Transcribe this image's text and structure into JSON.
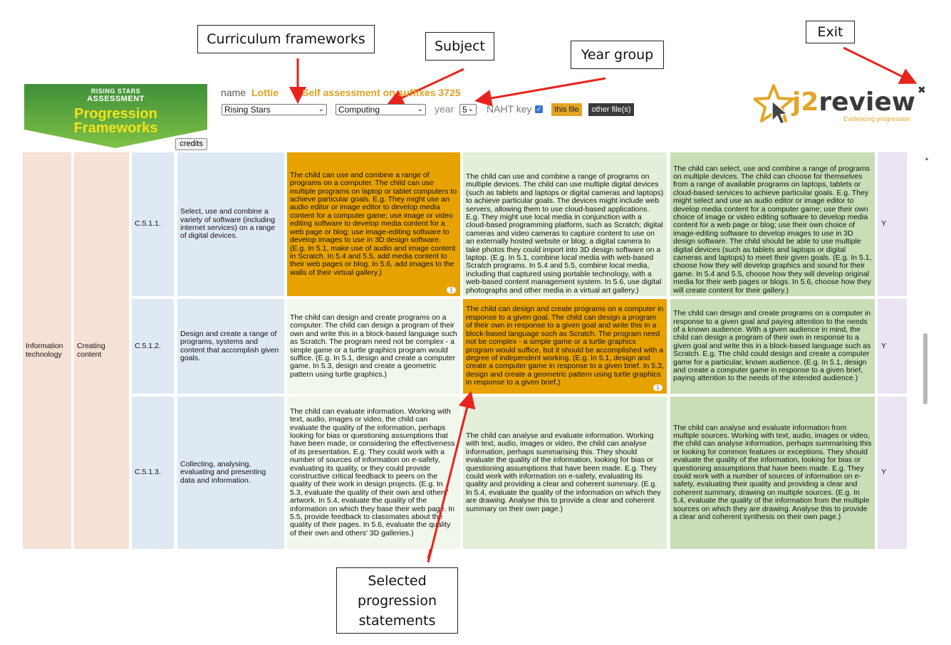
{
  "callouts": {
    "curriculum": "Curriculum frameworks",
    "subject": "Subject",
    "year_group": "Year group",
    "exit": "Exit",
    "selected": [
      "Selected",
      "progression",
      "statements"
    ]
  },
  "logo": {
    "top_line": "RISING STARS",
    "second_line": "ASSESSMENT",
    "title_1": "Progression",
    "title_2": "Frameworks",
    "credits": "credits"
  },
  "header": {
    "name_label": "name",
    "name_value": "Lottie",
    "assessment_title": "Self assessment on suffixes 3725",
    "framework_select": "Rising Stars",
    "subject_select": "Computing",
    "year_label": "year",
    "year_select": "5",
    "naht_label": "NAHT key",
    "this_file": "this file",
    "other_files": "other file(s)"
  },
  "brand": {
    "name_j2": "j2",
    "name_review": "review",
    "tagline": "Evidencing progression",
    "exit_glyph": "✖"
  },
  "table": {
    "strand": "Information technology",
    "substrand": "Creating content",
    "rows": [
      {
        "code": "C.5.1.1.",
        "objective": "Select, use and combine a variety of software (including internet services) on a range of digital devices.",
        "working_towards": "The child can use and combine a range of programs on a computer. The child can use multiple programs on laptop or tablet computers to achieve particular goals. E.g. They might use an audio editor or image editor to develop media content for a computer game; use image or video editing software to develop media content for a web page or blog; use image-editing software to develop images to use in 3D design software. (E.g. In 5.1, make use of audio and image content in Scratch. In 5.4 and 5.5, add media content to their web pages or blog. In 5.6, add images to the walls of their virtual gallery.)",
        "expected": "The child can use and combine a range of programs on multiple devices. The child can use multiple digital devices (such as tablets and laptops or digital cameras and laptops) to achieve particular goals. The devices might include web servers, allowing them to use cloud-based applications. E.g. They might use local media in conjunction with a cloud-based programming platform, such as Scratch; digital cameras and video cameras to capture content to use on an externally hosted website or blog; a digital camera to take photos they could import into 3D design software on a laptop. (E.g. In 5.1, combine local media with web-based Scratch programs. In 5.4 and 5.5, combine local media, including that captured using portable technology, with a web-based content management system. In 5.6, use digital photographs and other media in a virtual art gallery.)",
        "greater_depth": "The child can select, use and combine a range of programs on multiple devices. The child can choose for themselves from a range of available programs on laptops, tablets or cloud-based services to achieve particular goals. E.g. They might select and use an audio editor or image editor to develop media content for a computer game; use their own choice of image or video editing software to develop media content for a web page or blog; use their own choice of image-editing software to develop images to use in 3D design software. The child should be able to use multiple digital devices (such as tablets and laptops or digital cameras and laptops) to meet their given goals. (E.g. In 5.1, choose how they will develop graphics and sound for their game. In 5.4 and 5.5, choose how they will develop original media for their web pages or blogs. In 5.6, choose how they will create content for their gallery.)",
        "selected": "working_towards",
        "badge": "1",
        "flag": "Y"
      },
      {
        "code": "C.5.1.2.",
        "objective": "Design and create a range of programs, systems and content that accomplish given goals.",
        "working_towards": "The child can design and create programs on a computer. The child can design a program of their own and write this in a block-based language such as Scratch. The program need not be complex - a simple game or a turtle graphics program would suffice. (E.g. In 5.1, design and create a computer game. In 5.3, design and create a geometric pattern using turtle graphics.)",
        "expected": "The child can design and create programs on a computer in response to a given goal. The child can design a program of their own in response to a given goal and write this in a block-based language such as Scratch. The program need not be complex - a simple game or a turtle graphics program would suffice, but it should be accomplished with a degree of independent working. (E.g. In 5.1, design and create a computer game in response to a given brief. In 5.3, design and create a geometric pattern using turtle graphics in response to a given brief.)",
        "greater_depth": "The child can design and create programs on a computer in response to a given goal and paying attention to the needs of a known audience. With a given audience in mind, the child can design a program of their own in response to a given goal and write this in a block-based language such as Scratch. E.g. The child could design and create a computer game for a particular, known audience. (E.g. In 5.1, design and create a computer game in response to a given brief, paying attention to the needs of the intended audience.)",
        "selected": "expected",
        "badge": "1",
        "flag": "Y"
      },
      {
        "code": "C.5.1.3.",
        "objective": "Collecting, analysing, evaluating and presenting data and information.",
        "working_towards": "The child can evaluate information. Working with text, audio, images or video, the child can evaluate the quality of the information, perhaps looking for bias or questioning assumptions that have been made, or considering the effectiveness of its presentation. E.g. They could work with a number of sources of information on e-safety, evaluating its quality, or they could provide constructive critical feedback to peers on the quality of their work in design projects. (E.g. In 5.3, evaluate the quality of their own and others' artwork. In 5.4, evaluate the quality of the information on which they base their web page. In 5.5, provide feedback to classmates about the quality of their pages. In 5.6, evaluate the quality of their own and others' 3D galleries.)",
        "expected": "The child can analyse and evaluate information. Working with text, audio, images or video, the child can analyse information, perhaps summarising this. They should evaluate the quality of the information, looking for bias or questioning assumptions that have been made. E.g. They could work with information on e-safety, evaluating its quality and providing a clear and coherent summary. (E.g. In 5.4, evaluate the quality of the information on which they are drawing. Analyse this to provide a clear and coherent summary on their own page.)",
        "greater_depth": "The child can analyse and evaluate information from multiple sources. Working with text, audio, images or video, the child can analyse information, perhaps summarising this or looking for common features or exceptions. They should evaluate the quality of the information, looking for bias or questioning assumptions that have been made. E.g. They could work with a number of sources of information on e-safety, evaluating their quality and providing a clear and coherent summary, drawing on multiple sources. (E.g. In 5.4, evaluate the quality of the information from the multiple sources on which they are drawing. Analyse this to provide a clear and coherent synthesis on their own page.)",
        "selected": "none",
        "badge": "",
        "flag": "Y"
      }
    ]
  },
  "colors": {
    "strand_bg": "#f5e1d6",
    "code_bg": "#dfe9f4",
    "working_towards_bg": "#f1f7ea",
    "expected_bg": "#e3efd9",
    "greater_depth_bg": "#c9deb7",
    "selected_bg": "#e8a200",
    "flag_bg": "#ece4f2",
    "accent": "#e0a020"
  }
}
